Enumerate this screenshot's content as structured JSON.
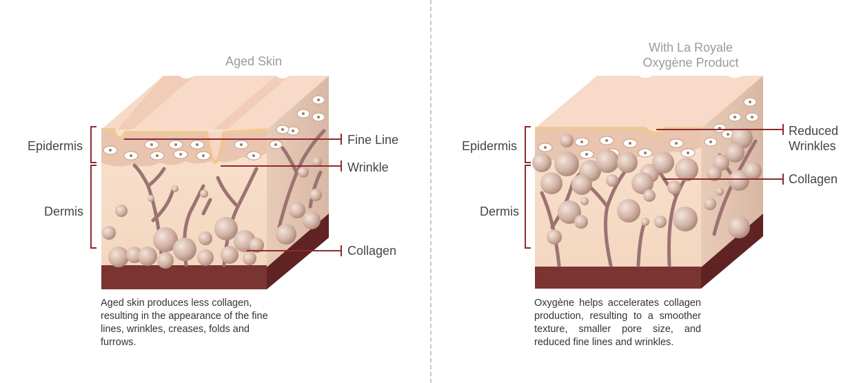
{
  "left_panel": {
    "title": "Aged Skin",
    "labels": {
      "epidermis": "Epidermis",
      "dermis": "Dermis"
    },
    "callouts": {
      "fine_line": "Fine Line",
      "wrinkle": "Wrinkle",
      "collagen": "Collagen"
    },
    "caption": "Aged skin produces less collagen, resulting in the appearance of the fine lines, wrinkles, creases, folds and furrows."
  },
  "right_panel": {
    "title_line1": "With La Royale",
    "title_line2": "Oxygène Product",
    "labels": {
      "epidermis": "Epidermis",
      "dermis": "Dermis"
    },
    "callouts": {
      "reduced_line1": "Reduced",
      "reduced_line2": "Wrinkles",
      "collagen": "Collagen"
    },
    "caption": "Oxygène helps accelerates collagen production, resulting to a smoother texture, smaller pore size, and reduced fine lines and wrinkles."
  },
  "colors": {
    "accent": "#8b2a2f",
    "skin_top": "#f6d6c4",
    "dermis": "#f6dcc6",
    "dermis_side": "#e2c3b0",
    "base": "#7a3432",
    "vessel": "#9c7272",
    "divider": "#c8c8c8"
  }
}
